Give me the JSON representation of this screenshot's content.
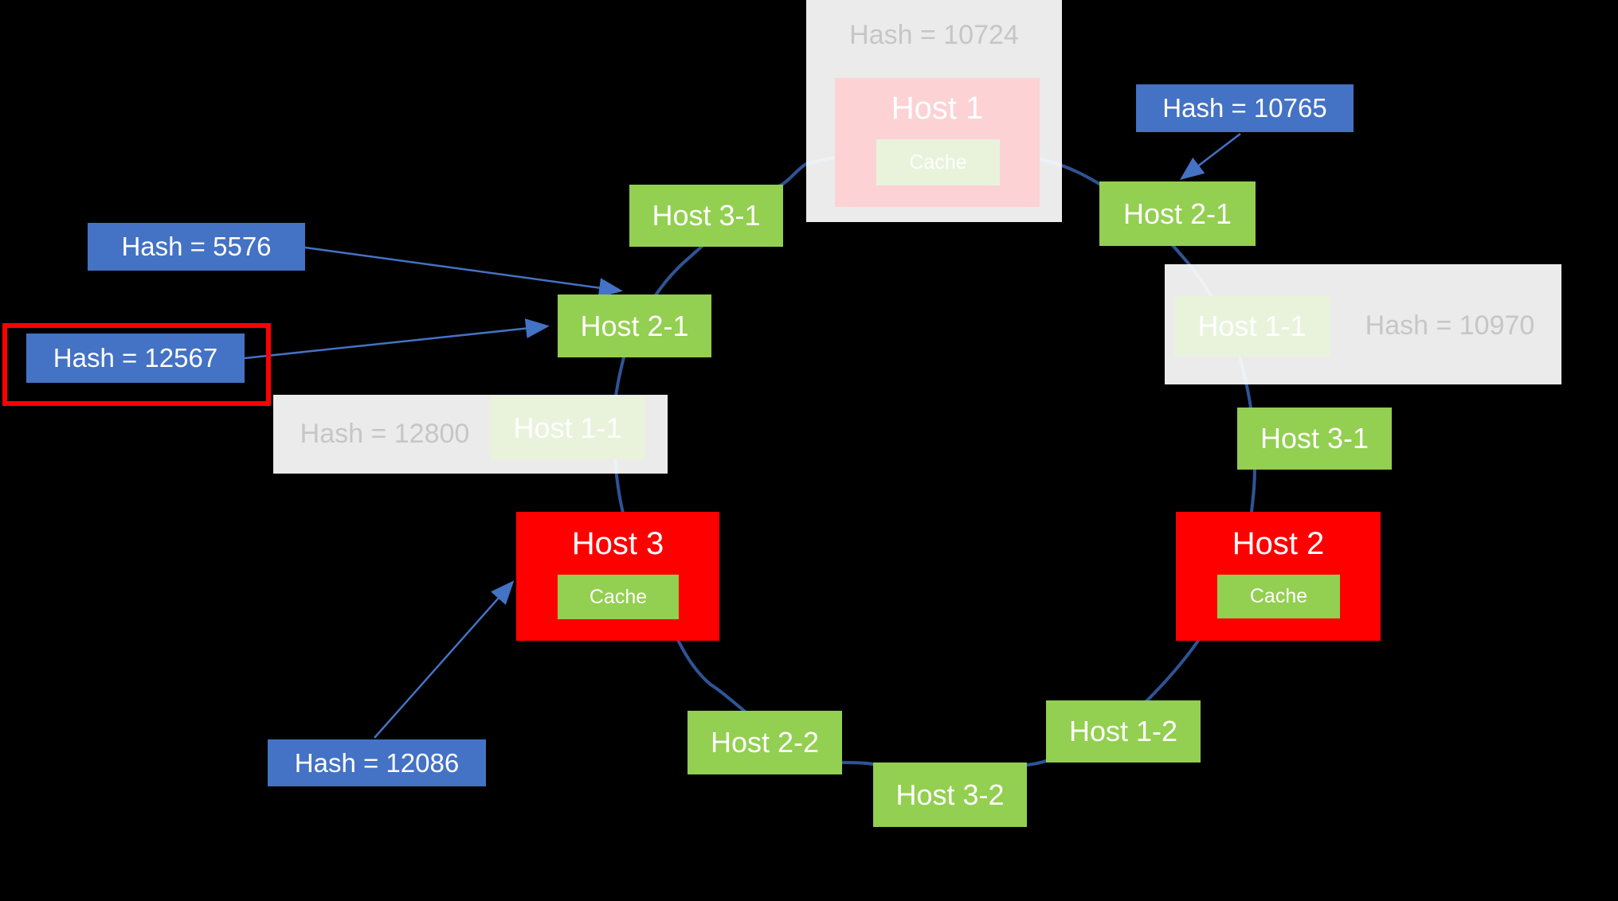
{
  "ring_nodes": {
    "host1": {
      "label": "Host 1",
      "hash": "Hash = 10724",
      "cache": "Cache"
    },
    "host2": {
      "label": "Host 2",
      "cache": "Cache"
    },
    "host3": {
      "label": "Host 3",
      "cache": "Cache"
    },
    "host11_left": {
      "label": "Host 1-1",
      "hash": "Hash = 12800"
    },
    "host11_right": {
      "label": "Host 1-1",
      "hash": "Hash = 10970"
    },
    "host21_left": {
      "label": "Host 2-1"
    },
    "host21_right": {
      "label": "Host 2-1"
    },
    "host31_left": {
      "label": "Host 3-1"
    },
    "host31_right": {
      "label": "Host 3-1"
    },
    "host12": {
      "label": "Host 1-2"
    },
    "host22": {
      "label": "Host 2-2"
    },
    "host32": {
      "label": "Host 3-2"
    }
  },
  "hash_keys": {
    "k5576": {
      "label": "Hash = 5576"
    },
    "k12567": {
      "label": "Hash = 12567",
      "highlighted": true
    },
    "k10765": {
      "label": "Hash = 10765"
    },
    "k12086": {
      "label": "Hash = 12086"
    }
  },
  "colors": {
    "background": "#000000",
    "key_blue": "#4472c4",
    "node_green": "#93cf50",
    "active_red": "#ff0000",
    "faded_pink": "#fcd2d5",
    "faded_green": "#e9f3dc",
    "gray_text": "#c6c6c6",
    "ring_stroke": "#2f5496",
    "arrow_blue": "#4472c4",
    "highlight_border": "#ff0000"
  }
}
